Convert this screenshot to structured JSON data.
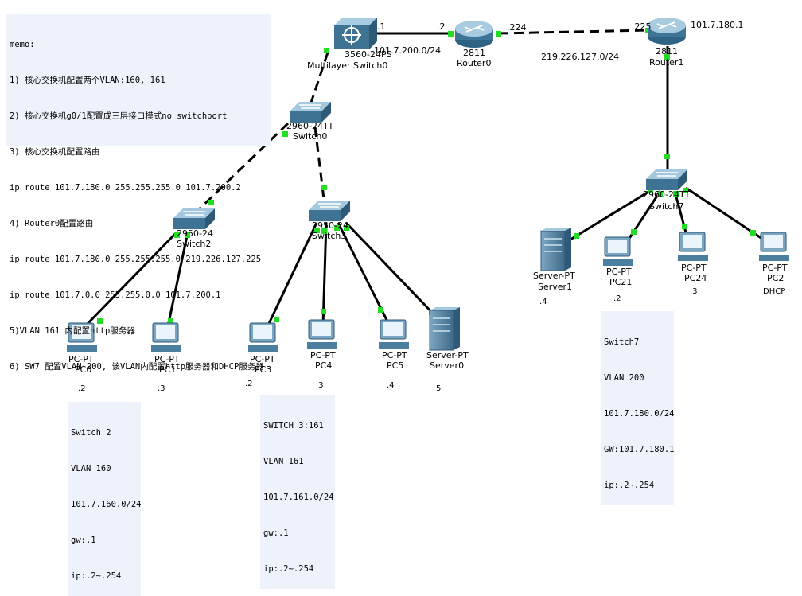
{
  "memo": [
    "memo:",
    "1) 核心交换机配置两个VLAN:160, 161",
    "2) 核心交换机g0/1配置成三层接口模式no switchport",
    "3) 核心交换机配置路由",
    "ip route 101.7.180.0 255.255.255.0 101.7.200.2",
    "4) Router0配置路由",
    "ip route 101.7.180.0 255.255.255.0 219.226.127.225",
    "ip route 101.7.0.0 255.255.0.0 101.7.200.1",
    "5)VLAN 161 内配置http服务器",
    "6) SW7 配置VLAN 200, 该VLAN内配置http服务器和DHCP服务器"
  ],
  "devices": {
    "mls": {
      "model": "3560-24PS",
      "name": "Multilayer Switch0"
    },
    "router0": {
      "model": "2811",
      "name": "Router0"
    },
    "router1": {
      "model": "2811",
      "name": "Router1"
    },
    "switch0": {
      "model": "2960-24TT",
      "name": "Switch0"
    },
    "switch2": {
      "model": "2950-24",
      "name": "Switch2"
    },
    "switch3": {
      "model": "2950-24",
      "name": "Switch3"
    },
    "switch7": {
      "model": "2960-24TT",
      "name": "Switch7"
    },
    "pc0": {
      "model": "PC-PT",
      "name": "PC0",
      "ip": ".2"
    },
    "pc1": {
      "model": "PC-PT",
      "name": "PC1",
      "ip": ".3"
    },
    "pc3": {
      "model": "PC-PT",
      "name": "PC3",
      "ip": ".2"
    },
    "pc4": {
      "model": "PC-PT",
      "name": "PC4",
      "ip": ".3"
    },
    "pc5": {
      "model": "PC-PT",
      "name": "PC5",
      "ip": ".4"
    },
    "server0": {
      "model": "Server-PT",
      "name": "Server0",
      "ip": "5"
    },
    "server1": {
      "model": "Server-PT",
      "name": "Server1",
      "ip": ".4"
    },
    "pc21": {
      "model": "PC-PT",
      "name": "PC21",
      "ip": ".2"
    },
    "pc24": {
      "model": "PC-PT",
      "name": "PC24",
      "ip": ".3"
    },
    "pc2": {
      "model": "PC-PT",
      "name": "PC2",
      "ip": "DHCP"
    }
  },
  "link_labels": {
    "mls_port": ".1",
    "r0_left_port": ".2",
    "net_200": "101.7.200.0/24",
    "r0_right_port": ".224",
    "r1_left_port": ".225",
    "net_219": "219.226.127.0/24",
    "r1_ip": "101.7.180.1"
  },
  "notes": {
    "switch2": [
      "Switch 2",
      "VLAN 160",
      "101.7.160.0/24",
      "gw:.1",
      "ip:.2~.254"
    ],
    "switch3": [
      "SWITCH 3:161",
      "VLAN 161",
      "101.7.161.0/24",
      "gw:.1",
      "ip:.2~.254"
    ],
    "switch7": [
      "Switch7",
      "VLAN 200",
      "101.7.180.0/24",
      "GW:101.7.180.1",
      "ip:.2~.254"
    ]
  },
  "colors": {
    "link": "#000000",
    "port": "#22dd22",
    "device": "#5b8fb3",
    "note_bg": "#eef3fb"
  }
}
